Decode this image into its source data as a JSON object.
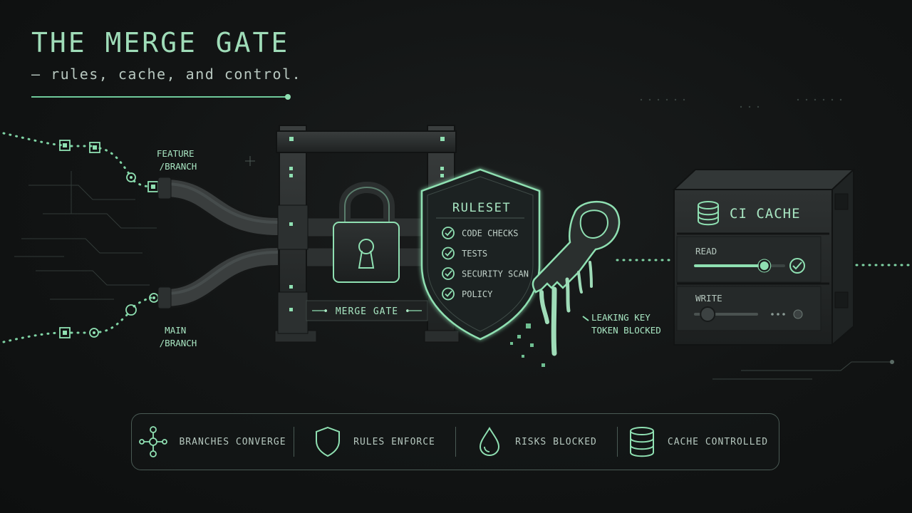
{
  "header": {
    "title": "THE MERGE GATE",
    "subtitle": "— rules, cache, and control."
  },
  "branches": {
    "feature": [
      "FEATURE",
      "/BRANCH"
    ],
    "main": [
      "MAIN",
      "/BRANCH"
    ]
  },
  "gate": {
    "label": "• MERGE GATE •"
  },
  "ruleset": {
    "title": "RULESET",
    "items": [
      "CODE CHECKS",
      "TESTS",
      "SECURITY SCAN",
      "POLICY"
    ]
  },
  "leak": {
    "line1": "LEAKING KEY",
    "line2": "TOKEN BLOCKED"
  },
  "cache": {
    "title": "CI CACHE",
    "read_label": "READ",
    "write_label": "WRITE",
    "read_level": 0.78,
    "write_level": 0.2
  },
  "summary": [
    {
      "icon": "branch-node-icon",
      "label": "BRANCHES CONVERGE"
    },
    {
      "icon": "shield-icon",
      "label": "RULES ENFORCE"
    },
    {
      "icon": "drop-icon",
      "label": "RISKS BLOCKED"
    },
    {
      "icon": "database-icon",
      "label": "CACHE CONTROLLED"
    }
  ],
  "colors": {
    "accent": "#9fdcb8",
    "background": "#121414",
    "metal": "#2b2f2f"
  }
}
